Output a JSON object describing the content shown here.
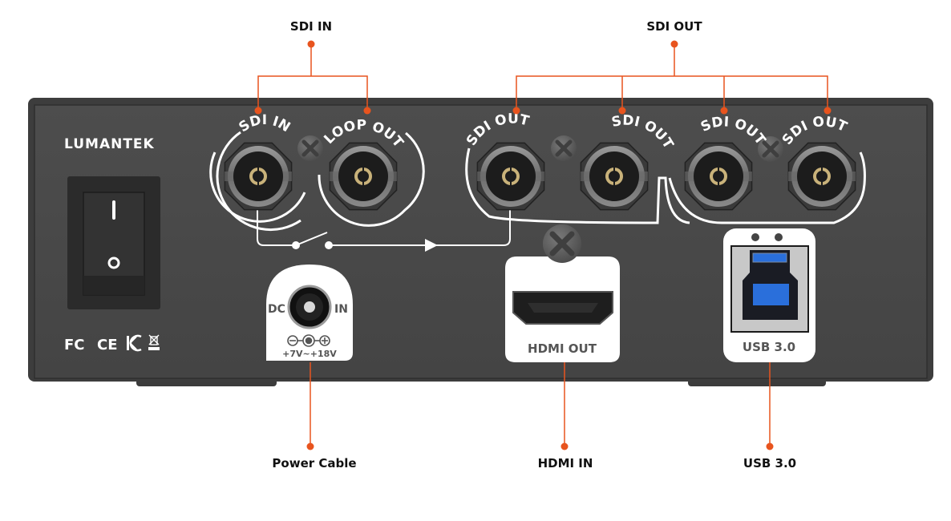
{
  "diagram": {
    "brand": "LUMANTEK",
    "colors": {
      "accent": "#E8541E",
      "panel": "#4A4A4A",
      "panel_edge": "#3A3A3A",
      "label_plate": "#FFFFFF",
      "usb_blue": "#2A6FDB",
      "connector_pin": "#C9B27A"
    },
    "top_callouts": [
      {
        "id": "sdi-in",
        "label": "SDI IN"
      },
      {
        "id": "sdi-out",
        "label": "SDI OUT"
      }
    ],
    "bottom_callouts": [
      {
        "id": "power",
        "label": "Power Cable"
      },
      {
        "id": "hdmi",
        "label": "HDMI IN"
      },
      {
        "id": "usb",
        "label": "USB 3.0"
      }
    ],
    "ports": [
      {
        "label": "SDI IN",
        "type": "BNC"
      },
      {
        "label": "LOOP OUT",
        "type": "BNC"
      },
      {
        "label": "SDI OUT",
        "type": "BNC"
      },
      {
        "label": "SDI OUT",
        "type": "BNC"
      },
      {
        "label": "SDI OUT",
        "type": "BNC"
      },
      {
        "label": "SDI OUT",
        "type": "BNC"
      }
    ],
    "power_switch": {
      "on_symbol": "I",
      "off_symbol": "O"
    },
    "dc_port": {
      "left": "DC",
      "right": "IN",
      "voltage": "+7V~+18V"
    },
    "hdmi_port": {
      "label": "HDMI OUT"
    },
    "usb_port": {
      "label": "USB 3.0"
    },
    "certifications": [
      "FC",
      "CE",
      "KC",
      "WEEE"
    ]
  }
}
